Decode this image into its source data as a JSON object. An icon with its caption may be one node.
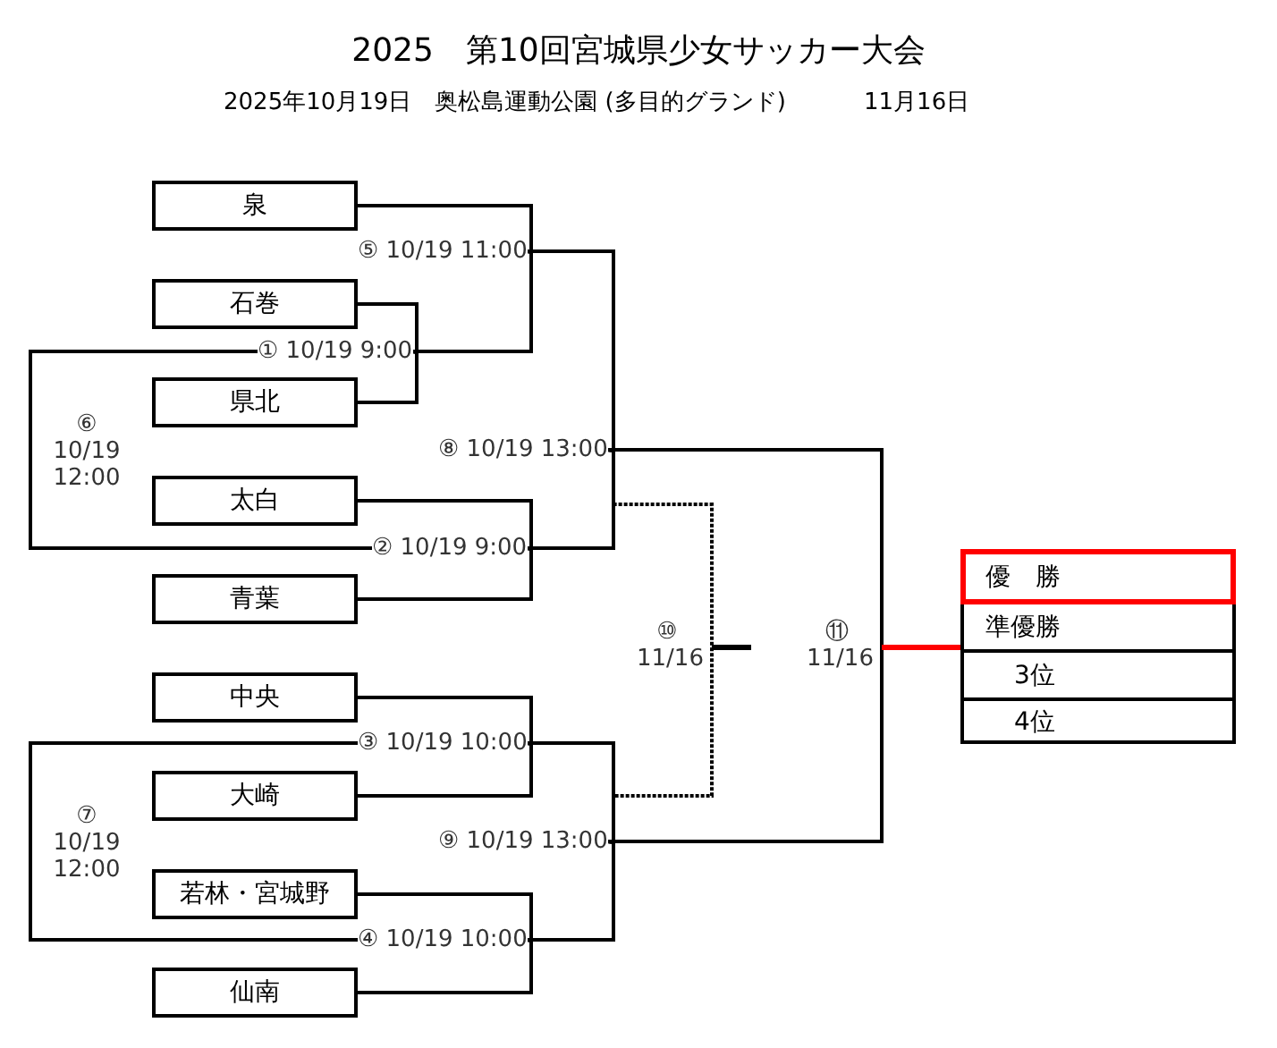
{
  "diagram": {
    "title": "2025　第10回宮城県少女サッカー大会",
    "nodes": [
      {
        "text": [
          "泉"
        ]
      },
      {
        "text": [
          "石巻"
        ]
      },
      {
        "text": [
          "県北"
        ]
      },
      {
        "text": [
          "太白"
        ]
      },
      {
        "text": [
          "青葉"
        ]
      },
      {
        "text": [
          "中央"
        ]
      },
      {
        "text": [
          "大崎"
        ]
      },
      {
        "text": [
          "若林・宮城野"
        ]
      },
      {
        "text": [
          "仙南"
        ]
      },
      {
        "text": [
          "① 10/19 9:00"
        ]
      },
      {
        "text": [
          "② 10/19 9:00"
        ]
      },
      {
        "text": [
          "③ 10/19 10:00"
        ]
      },
      {
        "text": [
          "④ 10/19 10:00"
        ]
      },
      {
        "text": [
          "⑤ 10/19 11:00"
        ]
      },
      {
        "text": [
          "⑥ 10/19 12:00"
        ]
      },
      {
        "text": [
          "⑦ 10/19 12:00"
        ]
      },
      {
        "text": [
          "⑧ 10/19 13:00"
        ]
      },
      {
        "text": [
          "⑨ 10/19 13:00"
        ]
      },
      {
        "text": [
          "⑩ 11/16"
        ]
      },
      {
        "text": [
          "⑪ 11/16"
        ]
      },
      {
        "text": [],
        "shape": "box"
      },
      {
        "text": [
          "優　勝"
        ],
        "in": 20
      },
      {
        "text": [
          "準優勝"
        ],
        "in": 20
      },
      {
        "text": [
          "3位"
        ],
        "in": 20
      },
      {
        "text": [
          "4位"
        ],
        "in": 20
      }
    ],
    "edges": [
      {
        "from": 1,
        "to": 9,
        "arrow": "none"
      },
      {
        "from": 2,
        "to": 9,
        "arrow": "none"
      },
      {
        "from": 3,
        "to": 10,
        "arrow": "none"
      },
      {
        "from": 4,
        "to": 10,
        "arrow": "none"
      },
      {
        "from": 5,
        "to": 11,
        "arrow": "none"
      },
      {
        "from": 6,
        "to": 11,
        "arrow": "none"
      },
      {
        "from": 7,
        "to": 12,
        "arrow": "none"
      },
      {
        "from": 8,
        "to": 12,
        "arrow": "none"
      },
      {
        "from": 0,
        "to": 13,
        "arrow": "none"
      },
      {
        "from": 9,
        "to": 13,
        "arrow": "none"
      },
      {
        "from": 9,
        "to": 14,
        "arrow": "none"
      },
      {
        "from": 10,
        "to": 14,
        "arrow": "none"
      },
      {
        "from": 11,
        "to": 15,
        "arrow": "none"
      },
      {
        "from": 12,
        "to": 15,
        "arrow": "none"
      },
      {
        "from": 13,
        "to": 16,
        "arrow": "none"
      },
      {
        "from": 10,
        "to": 16,
        "arrow": "none"
      },
      {
        "from": 11,
        "to": 17,
        "arrow": "none"
      },
      {
        "from": 12,
        "to": 17,
        "arrow": "none"
      },
      {
        "from": 16,
        "to": 19,
        "arrow": "none"
      },
      {
        "from": 17,
        "to": 19,
        "arrow": "none"
      },
      {
        "from": 16,
        "to": 18,
        "arrow": "none",
        "style": "dashed"
      },
      {
        "from": 17,
        "to": 18,
        "arrow": "none",
        "style": "dashed"
      },
      {
        "from": 19,
        "to": 20,
        "arrow": "none",
        "color": "#ff0000"
      }
    ],
    "labels": [
      "2025年10月19日　奥松島運動公園 (多目的グランド)",
      "11月16日"
    ]
  }
}
